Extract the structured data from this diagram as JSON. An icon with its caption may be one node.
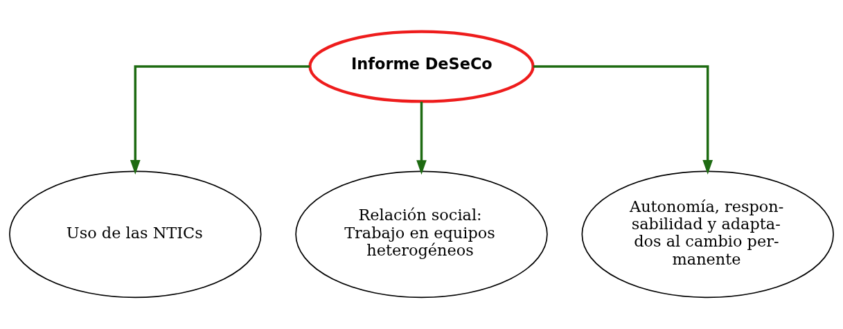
{
  "diagram": {
    "nodes": [
      {
        "text": [
          "Informe DeSeCo"
        ]
      },
      {
        "text": [
          "Uso de las NTICs"
        ]
      },
      {
        "text": [
          "Relación social: Trabajo en equipos heterogéneos"
        ]
      },
      {
        "text": [
          "Autonomía, respon- sabilidad y adapta- dos al cambio per- manente"
        ]
      }
    ],
    "edges": [
      {
        "from": 0,
        "to": 1,
        "arrow": "to"
      },
      {
        "from": 0,
        "to": 2,
        "arrow": "to"
      },
      {
        "from": 0,
        "to": 3,
        "arrow": "to"
      }
    ]
  }
}
